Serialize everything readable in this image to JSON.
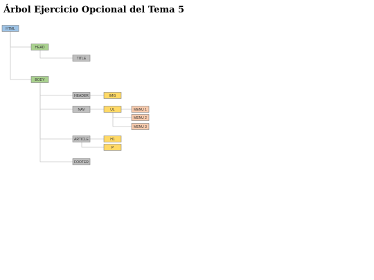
{
  "page": {
    "title": "Árbol Ejercicio Opcional del Tema 5"
  },
  "colors": {
    "root": "#9dc3e6",
    "section": "#a9d18e",
    "element": "#bfbfbf",
    "child": "#ffd966",
    "leaf": "#f8cbad",
    "border": "#7f7f7f",
    "connector": "#c8c8c8",
    "text": "#333333"
  },
  "tree": {
    "nodes": [
      {
        "id": "html",
        "label": "HTML",
        "level": 0,
        "row": 0,
        "kind": "root",
        "parent": ""
      },
      {
        "id": "head",
        "label": "HEAD",
        "level": 1,
        "row": 1,
        "kind": "section",
        "parent": "html"
      },
      {
        "id": "title",
        "label": "TITLE",
        "level": 2,
        "row": 2,
        "kind": "element",
        "parent": "head"
      },
      {
        "id": "body",
        "label": "BODY",
        "level": 1,
        "row": 3,
        "kind": "section",
        "parent": "html"
      },
      {
        "id": "header",
        "label": "HEADER",
        "level": 2,
        "row": 4,
        "kind": "element",
        "parent": "body"
      },
      {
        "id": "img",
        "label": "IMG",
        "level": 3,
        "row": 4,
        "kind": "child",
        "parent": "header"
      },
      {
        "id": "nav",
        "label": "NAV",
        "level": 2,
        "row": 5,
        "kind": "element",
        "parent": "body"
      },
      {
        "id": "ul",
        "label": "UL",
        "level": 3,
        "row": 5,
        "kind": "child",
        "parent": "nav"
      },
      {
        "id": "menu1",
        "label": "MENU 1",
        "level": 4,
        "row": 5,
        "kind": "leaf",
        "parent": "ul"
      },
      {
        "id": "menu2",
        "label": "MENU 2",
        "level": 4,
        "row": 6,
        "kind": "leaf",
        "parent": "ul"
      },
      {
        "id": "menu3",
        "label": "MENU 3",
        "level": 4,
        "row": 7,
        "kind": "leaf",
        "parent": "ul"
      },
      {
        "id": "article",
        "label": "ARTICLE",
        "level": 2,
        "row": 8,
        "kind": "element",
        "parent": "body"
      },
      {
        "id": "h1",
        "label": "H1",
        "level": 3,
        "row": 8,
        "kind": "child",
        "parent": "article"
      },
      {
        "id": "p",
        "label": "P",
        "level": 3,
        "row": 9,
        "kind": "child",
        "parent": "article"
      },
      {
        "id": "footer",
        "label": "FOOTER",
        "level": 2,
        "row": 10,
        "kind": "element",
        "parent": "body"
      }
    ]
  }
}
